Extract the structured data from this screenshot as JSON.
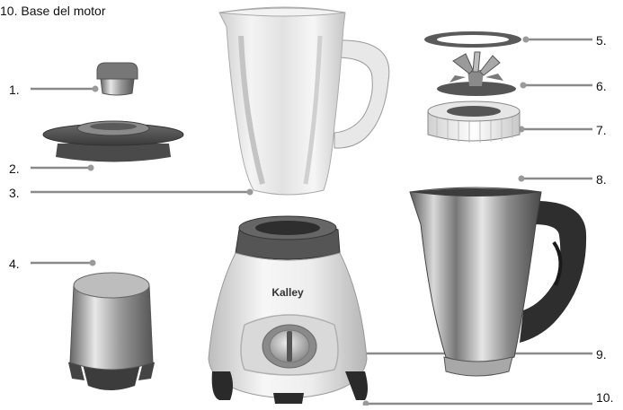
{
  "caption": "10. Base del motor",
  "brand": "Kalley",
  "callouts": [
    {
      "id": "1",
      "text": "1."
    },
    {
      "id": "2",
      "text": "2."
    },
    {
      "id": "3",
      "text": "3."
    },
    {
      "id": "4",
      "text": "4."
    },
    {
      "id": "5",
      "text": "5."
    },
    {
      "id": "6",
      "text": "6."
    },
    {
      "id": "7",
      "text": "7."
    },
    {
      "id": "8",
      "text": "8."
    },
    {
      "id": "9",
      "text": "9."
    },
    {
      "id": "10",
      "text": "10."
    }
  ]
}
